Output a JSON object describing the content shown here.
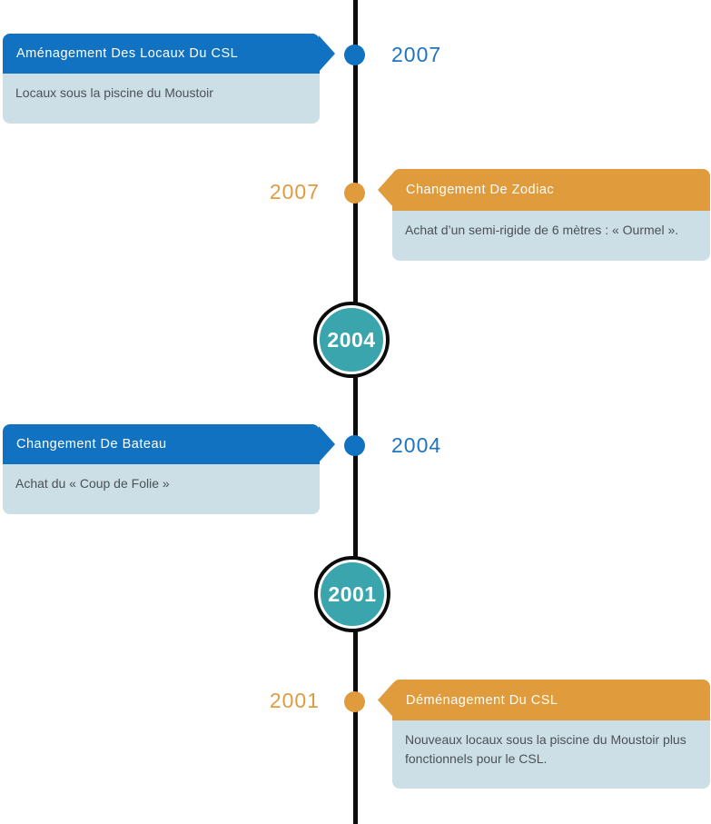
{
  "colors": {
    "blue": "#1272C2",
    "orange": "#E09B3C",
    "teal": "#3AA5AC",
    "body_bg": "#CCDFE7",
    "line": "#0B0B0B",
    "year_blue": "#1E74C0",
    "year_orange": "#DE9C40"
  },
  "timeline": {
    "events": [
      {
        "side": "left",
        "accent": "blue",
        "year": "2007",
        "title": "Aménagement Des Locaux Du CSL",
        "description": "Locaux sous la piscine du Moustoir"
      },
      {
        "side": "right",
        "accent": "orange",
        "year": "2007",
        "title": "Changement De Zodiac",
        "description": "Achat d’un semi-rigide de 6 mètres : « Ourmel »."
      },
      {
        "side": "left",
        "accent": "blue",
        "year": "2004",
        "title": "Changement De Bateau",
        "description": "Achat du « Coup de Folie »"
      },
      {
        "side": "right",
        "accent": "orange",
        "year": "2001",
        "title": "Déménagement Du CSL",
        "description": "Nouveaux locaux sous la piscine du Moustoir plus fonctionnels pour le CSL."
      }
    ],
    "milestones": [
      {
        "label": "2004"
      },
      {
        "label": "2001"
      }
    ]
  }
}
